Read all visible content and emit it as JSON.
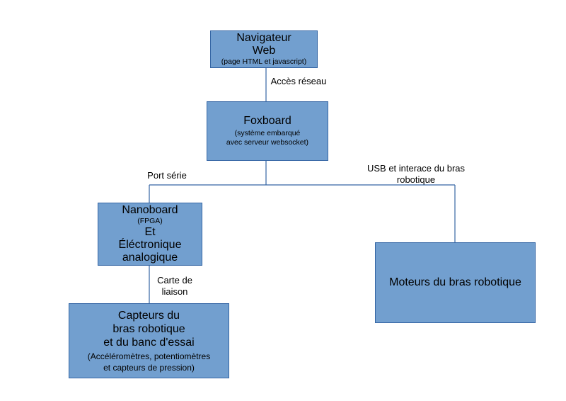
{
  "colors": {
    "box_fill": "#729fcf",
    "box_border": "#3465a4",
    "connector": "#3465a4"
  },
  "boxes": {
    "navigateur": {
      "title_line1": "Navigateur",
      "title_line2": "Web",
      "detail": "(page HTML et javascript)"
    },
    "foxboard": {
      "title": "Foxboard",
      "detail_line1": "(système embarqué",
      "detail_line2": "avec serveur websocket)"
    },
    "nanoboard": {
      "title": "Nanoboard",
      "detail": "(FPGA)",
      "line2": "Et",
      "line3": "Éléctronique",
      "line4": "analogique"
    },
    "moteurs": {
      "title": "Moteurs du bras robotique"
    },
    "capteurs": {
      "line1": "Capteurs du",
      "line2": "bras robotique",
      "line3": "et du banc d'essai",
      "detail_line1": "(Accéléromètres, potentiomètres",
      "detail_line2": "et capteurs de pression)"
    }
  },
  "connectors": {
    "acces_reseau": "Accès réseau",
    "port_serie": "Port série",
    "usb_line1": "USB et interace du bras",
    "usb_line2": "robotique",
    "carte_line1": "Carte de",
    "carte_line2": "liaison"
  }
}
